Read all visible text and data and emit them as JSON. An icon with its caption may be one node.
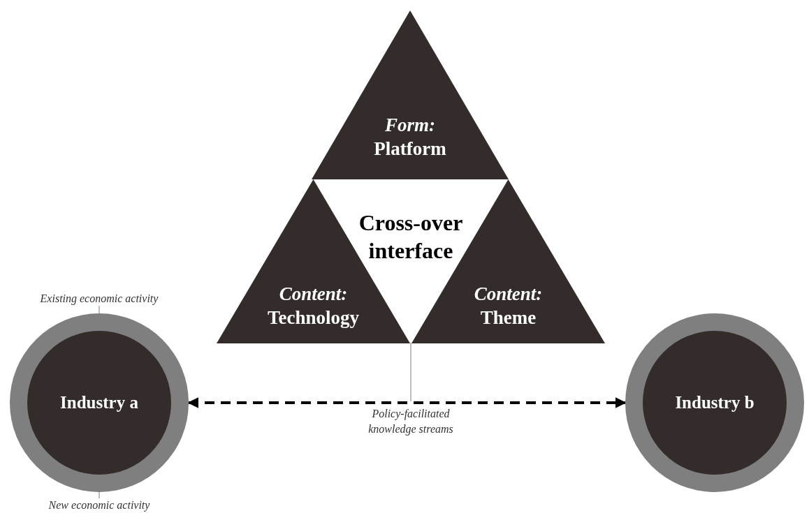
{
  "diagram": {
    "nodes": [
      {
        "text": [
          "Form:",
          "Platform"
        ]
      },
      {
        "text": [
          "Cross-over interface"
        ]
      },
      {
        "text": [
          "Content:",
          "Technology"
        ]
      },
      {
        "text": [
          "Content:",
          "Theme"
        ]
      },
      {
        "text": [],
        "shape": "circle"
      },
      {
        "text": [
          "Industry a"
        ],
        "in": 4
      },
      {
        "text": [],
        "shape": "circle"
      },
      {
        "text": [
          "Industry b"
        ],
        "in": 6
      },
      {
        "text": [
          "Existing economic activity"
        ]
      },
      {
        "text": [
          "New economic activity"
        ]
      }
    ],
    "edges": [
      {
        "from": 4,
        "to": 6,
        "arrow": "both",
        "style": "dashed",
        "color": "#000000"
      },
      {
        "from": 8,
        "to": 5,
        "arrow": "none",
        "color": "#c4bcbc"
      },
      {
        "from": 9,
        "to": 4,
        "arrow": "none",
        "color": "#c4bcbc"
      },
      {
        "from": 1,
        "to": null,
        "arrow": "none",
        "color": "#c4bcbc"
      }
    ],
    "labels": [
      "Policy-facilitated knowledge streams"
    ]
  }
}
